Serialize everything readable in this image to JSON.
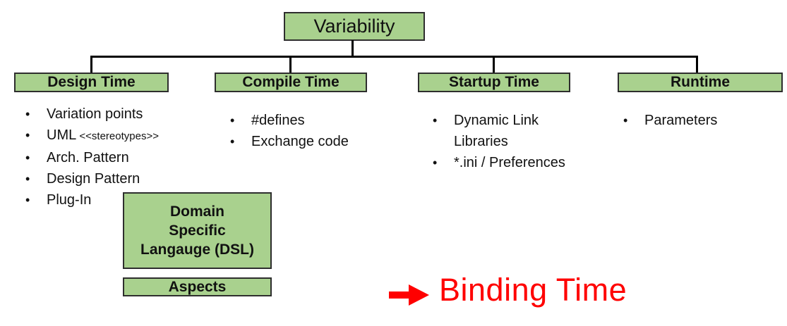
{
  "root_box": {
    "label": "Variability"
  },
  "columns": [
    {
      "header": "Design Time",
      "items": [
        {
          "text": "Variation points"
        },
        {
          "text": "UML",
          "small": "<<stereotypes>>"
        },
        {
          "text": "Arch. Pattern"
        },
        {
          "text": "Design Pattern"
        },
        {
          "text": "Plug-In"
        }
      ]
    },
    {
      "header": "Compile Time",
      "items": [
        {
          "text": "#defines"
        },
        {
          "text": "Exchange code"
        }
      ]
    },
    {
      "header": "Startup Time",
      "items": [
        {
          "text": "Dynamic Link Libraries"
        },
        {
          "text": "*.ini / Preferences"
        }
      ]
    },
    {
      "header": "Runtime",
      "items": [
        {
          "text": "Parameters"
        }
      ]
    }
  ],
  "extra_boxes": {
    "dsl_lines": [
      "Domain",
      "Specific",
      "Langauge (DSL)"
    ],
    "aspects": "Aspects"
  },
  "annotation": {
    "arrow_icon": "right-arrow",
    "label": "Binding Time"
  },
  "colors": {
    "box-fill": "#a9d18e",
    "box-border": "#2e2e2e",
    "line": "#000000",
    "accent-red": "#ff0000",
    "background": "#ffffff"
  }
}
